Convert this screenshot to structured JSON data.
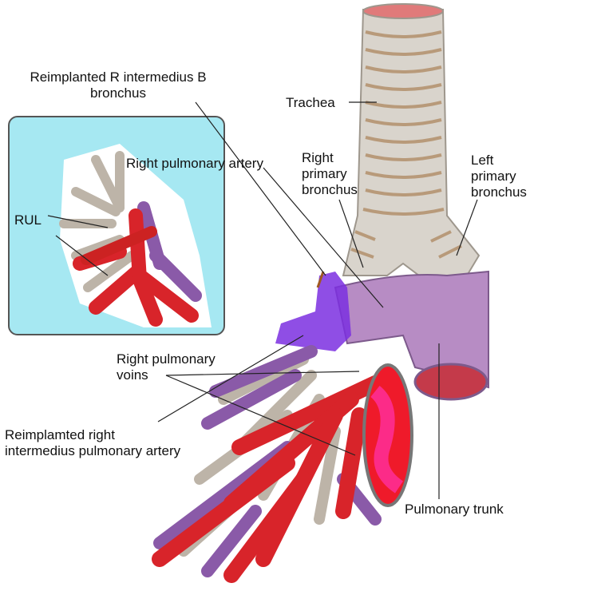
{
  "labels": {
    "reimplanted_b_bronchus": "Reimplanted R intermedius B\nbronchus",
    "trachea": "Trachea",
    "right_pulmonary_artery": "Right pulmonary artery",
    "right_primary_bronchus": "Right\nprimary\nbronchus",
    "left_primary_bronchus": "Left\nprimary\nbronchus",
    "rul": "RUL",
    "right_pulmonary_veins": "Right pulmonary\nvoins",
    "reimplanted_artery": "Reimplamted right\nintermedius pulmonary artery",
    "pulmonary_trunk": "Pulmonary trunk"
  },
  "colors": {
    "inset_background": "#a6e8f2",
    "artery_red": "#d8242a",
    "vein_purple": "#8a5aa8",
    "trunk_lilac": "#b78cc4",
    "cartilage": "#d9d4cc",
    "highlight_violet": "#7b2fe0",
    "highlight_magenta": "#ff2fa0"
  }
}
